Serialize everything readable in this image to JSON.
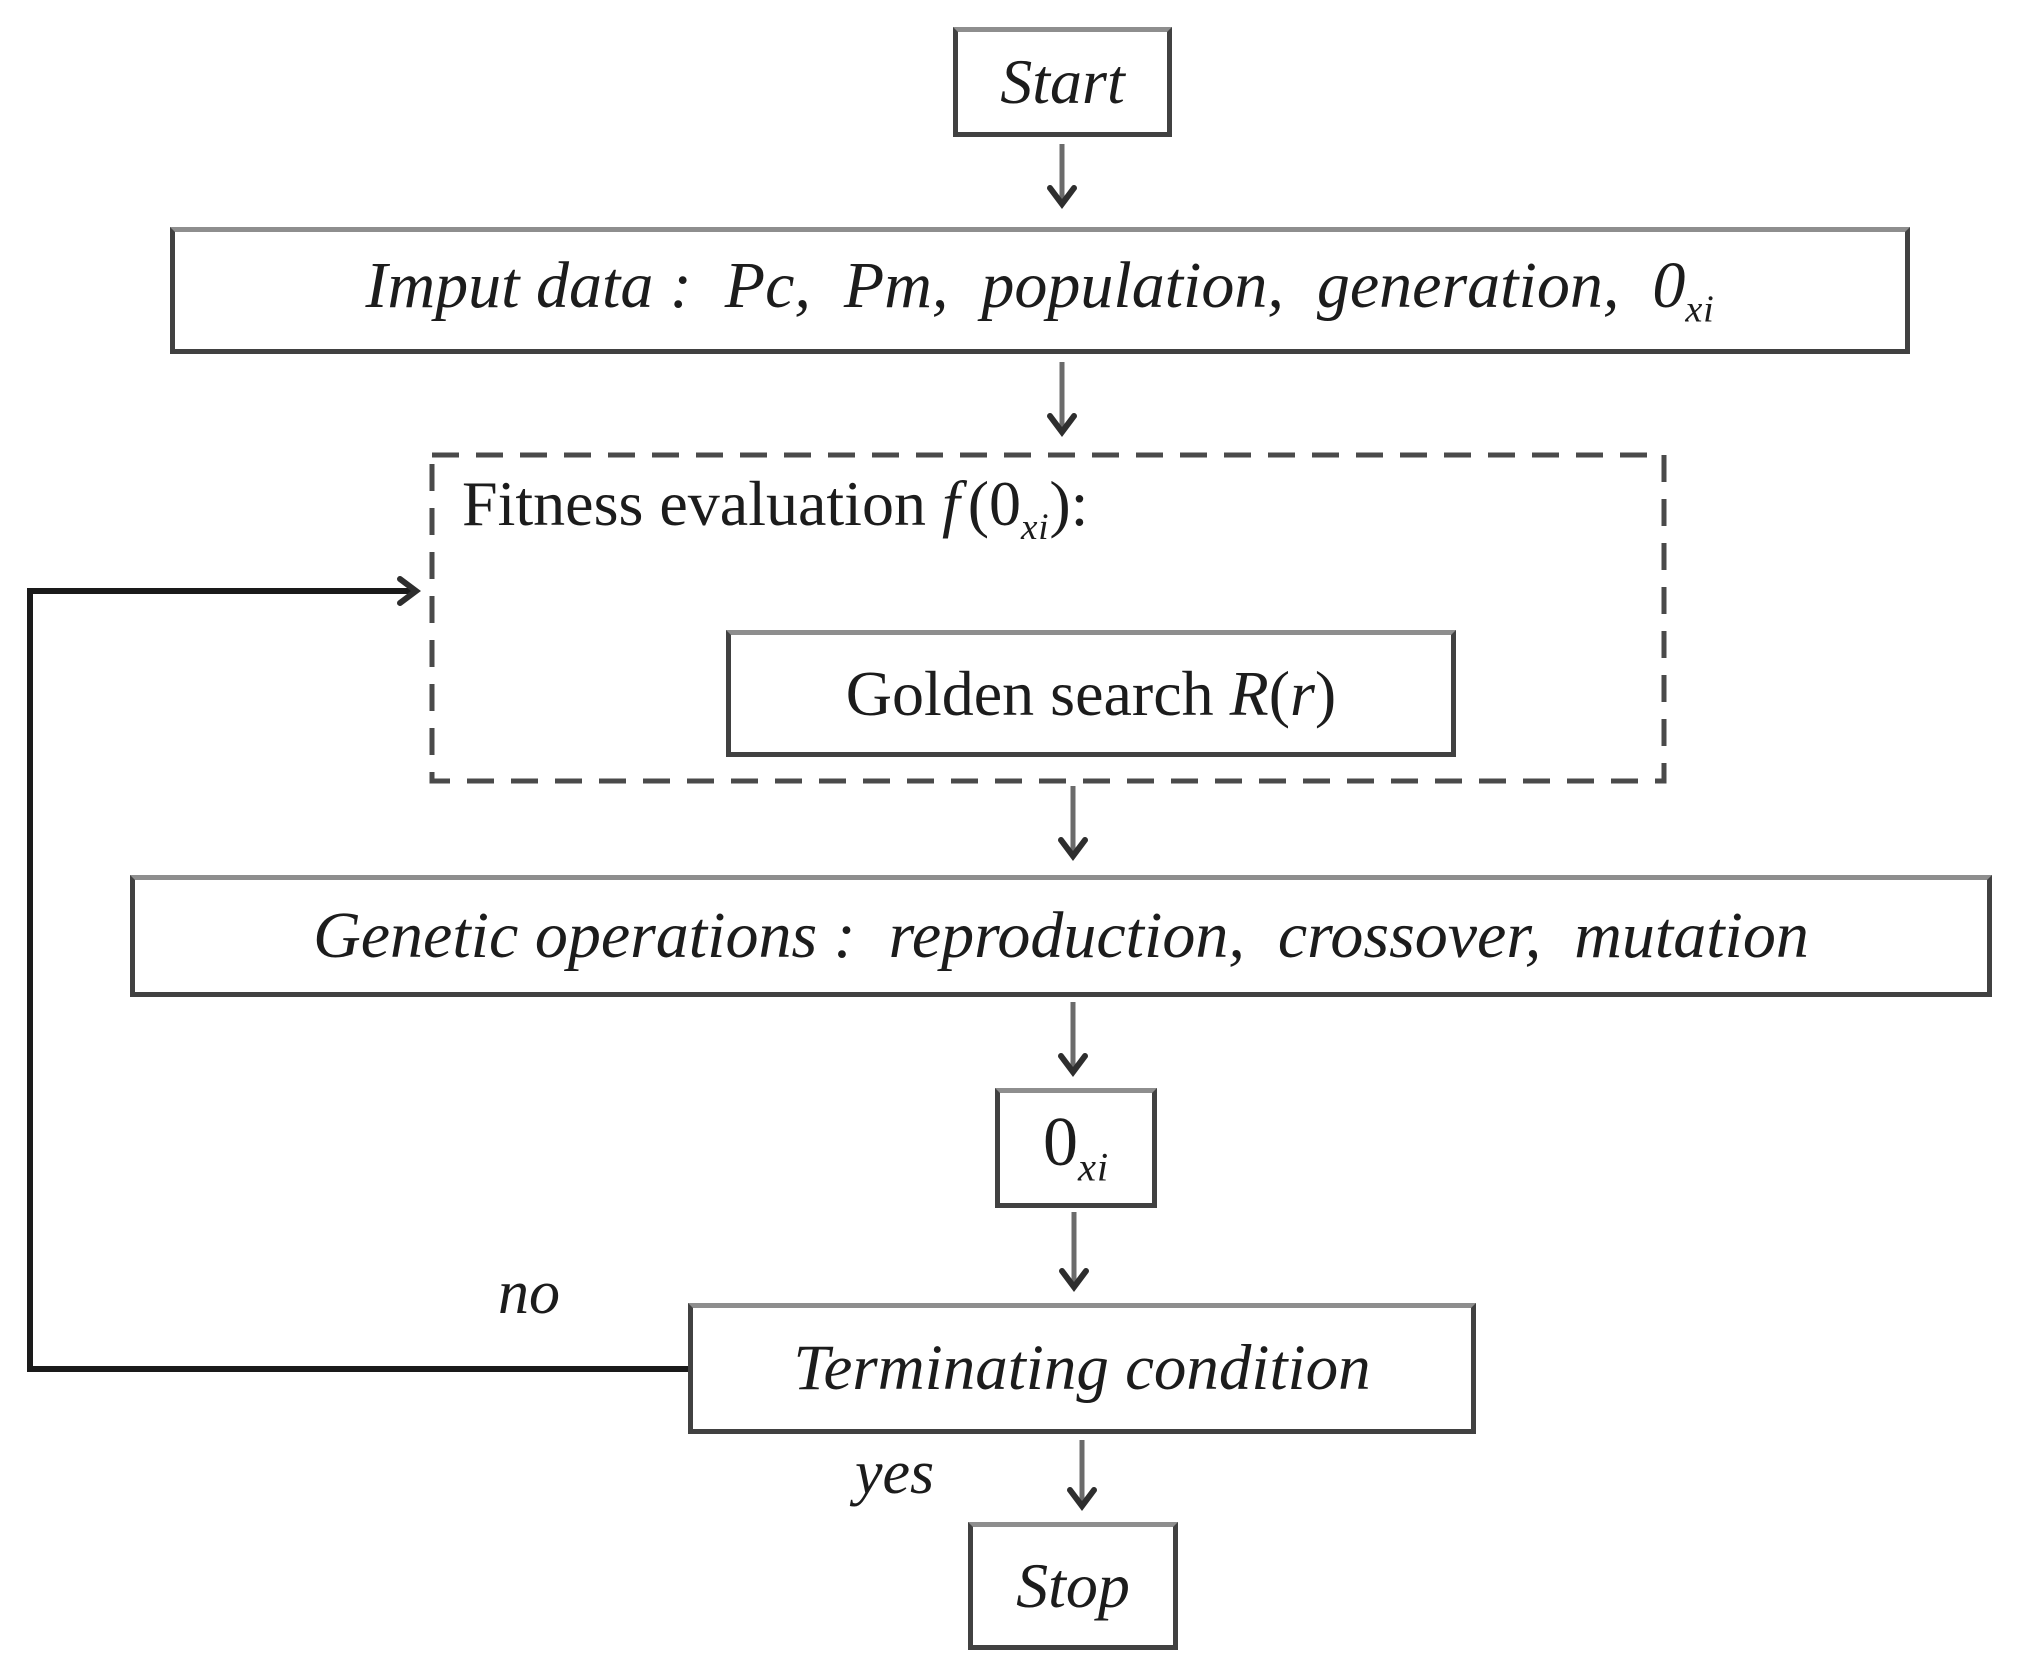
{
  "diagram_title": "genetic-algorithm-flowchart",
  "colors": {
    "background": "#ffffff",
    "text": "#1c1c1c",
    "box_border_dark": "#414141",
    "box_border_light": "#8e8e8e",
    "dashed_border": "#4a4a4a",
    "arrow_shaft": "#6b6b6b",
    "arrow_head": "#2e2e2e",
    "loop_line": "#1a1a1a"
  },
  "nodes": {
    "start": {
      "label": "Start"
    },
    "input_data": {
      "text": "Imput data :  Pc,  Pm,  population,  generation,  0",
      "subscript": "xi"
    },
    "fitness_group": {
      "prefix": "Fitness evaluation ",
      "func": "f",
      "open": "(0",
      "subscript": "xi",
      "close": "):"
    },
    "golden_search": {
      "prefix": "Golden search ",
      "func": "R",
      "open": "(",
      "arg": "r",
      "close": ")"
    },
    "genetic_operations": {
      "text": "Genetic operations :  reproduction,  crossover,  mutation"
    },
    "oxi": {
      "base": "0",
      "subscript": "xi"
    },
    "terminating": {
      "label": "Terminating condition"
    },
    "stop": {
      "label": "Stop"
    }
  },
  "edges": {
    "yes_label": "yes",
    "no_label": "no"
  }
}
